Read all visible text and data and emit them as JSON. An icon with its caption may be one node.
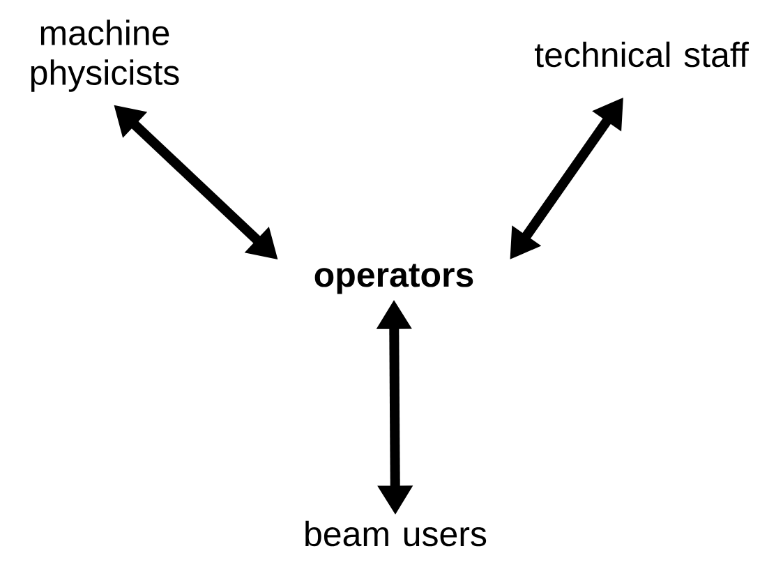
{
  "diagram": {
    "nodes": [
      {
        "text": [
          "machine physicists"
        ]
      },
      {
        "text": [
          "technical staff"
        ]
      },
      {
        "text": [
          "operators"
        ]
      },
      {
        "text": [
          "beam users"
        ]
      }
    ],
    "edges": [
      {
        "from": 2,
        "to": 0,
        "arrow": "both"
      },
      {
        "from": 2,
        "to": 1,
        "arrow": "both"
      },
      {
        "from": 2,
        "to": 3,
        "arrow": "both"
      }
    ]
  }
}
